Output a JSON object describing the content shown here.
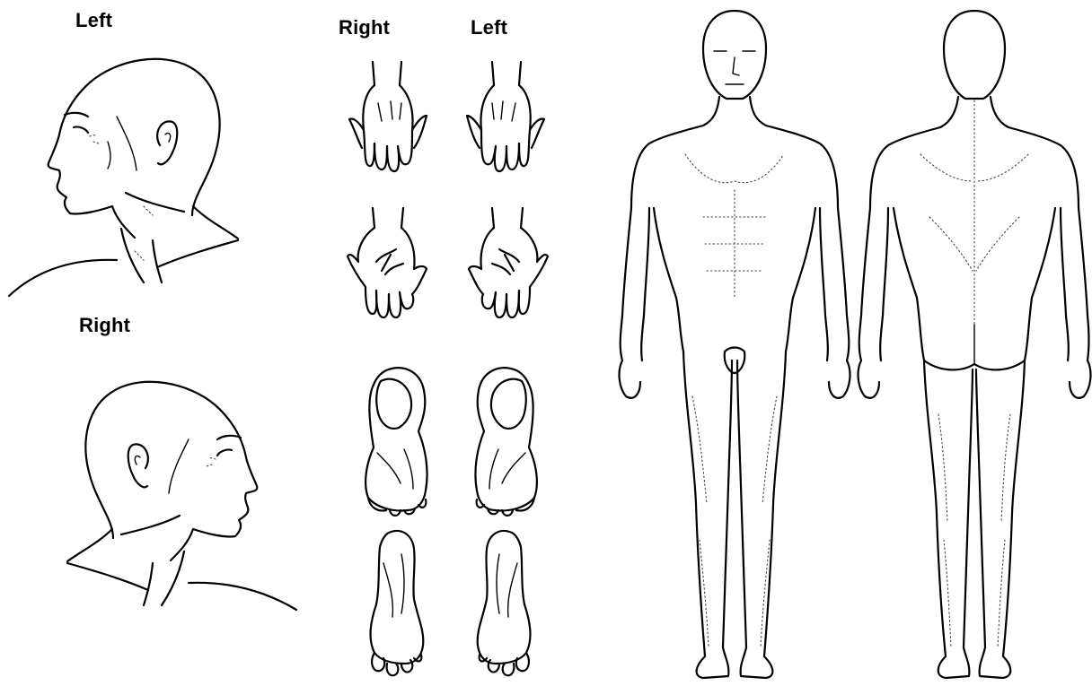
{
  "labels": {
    "head_left": "Left",
    "head_right": "Right",
    "hands_right": "Right",
    "hands_left": "Left"
  },
  "icons": [
    "head-profile-left-icon",
    "head-profile-right-icon",
    "hand-back-icon",
    "hand-palm-icon",
    "foot-top-icon",
    "foot-sole-icon",
    "body-front-icon",
    "body-back-icon"
  ],
  "colors": {
    "line": "#000000",
    "background": "#ffffff"
  }
}
